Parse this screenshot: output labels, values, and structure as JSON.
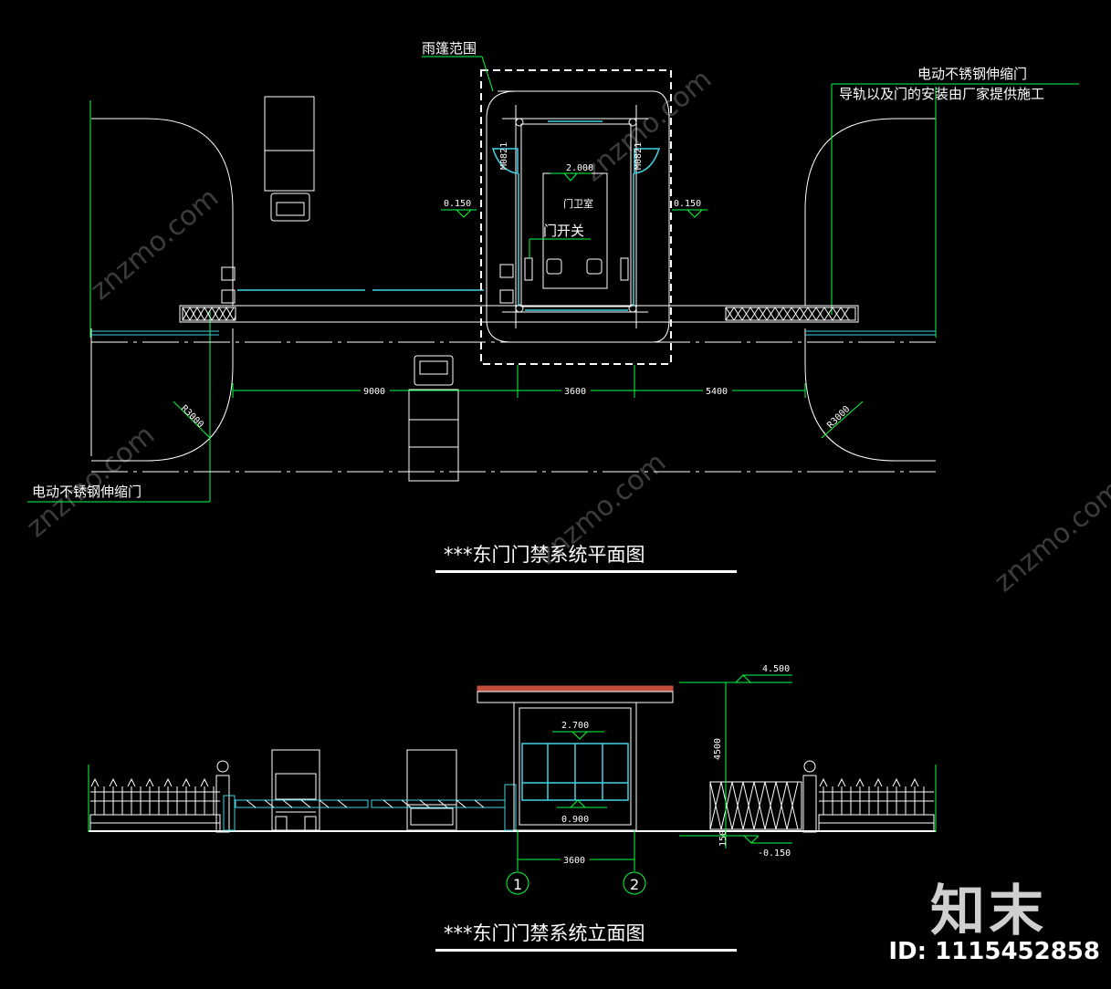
{
  "plan": {
    "canopy_label": "雨篷范围",
    "gate_note_line1": "电动不锈钢伸缩门",
    "gate_note_line2": "导轨以及门的安装由厂家提供施工",
    "gate_label_left": "电动不锈钢伸缩门",
    "room_label": "门卫室",
    "switch_label": "门开关",
    "floor_level": "2.000",
    "level_left": "0.150",
    "level_right": "0.150",
    "dim_left": "9000",
    "dim_mid": "3600",
    "dim_right": "5400",
    "radius_left": "R3000",
    "radius_right": "R3000",
    "window_tag_left": "M0821",
    "window_tag_right": "M0821",
    "title": "***东门门禁系统平面图"
  },
  "elevation": {
    "top_level": "4.500",
    "eave_level": "2.700",
    "sill_level": "0.900",
    "ground_level": "-0.150",
    "dim_height": "4500",
    "dim_base": "150",
    "dim_width": "3600",
    "axis_1": "1",
    "axis_2": "2",
    "title": "***东门门禁系统立面图"
  },
  "watermark": {
    "site": "znzmo.com",
    "brand": "知末",
    "id_text": "ID: 1115452858"
  },
  "colors": {
    "background": "#000000",
    "line_white": "#ffffff",
    "line_green": "#00ff3c",
    "line_cyan": "#41d2e6",
    "roof_red": "#c0503c"
  }
}
